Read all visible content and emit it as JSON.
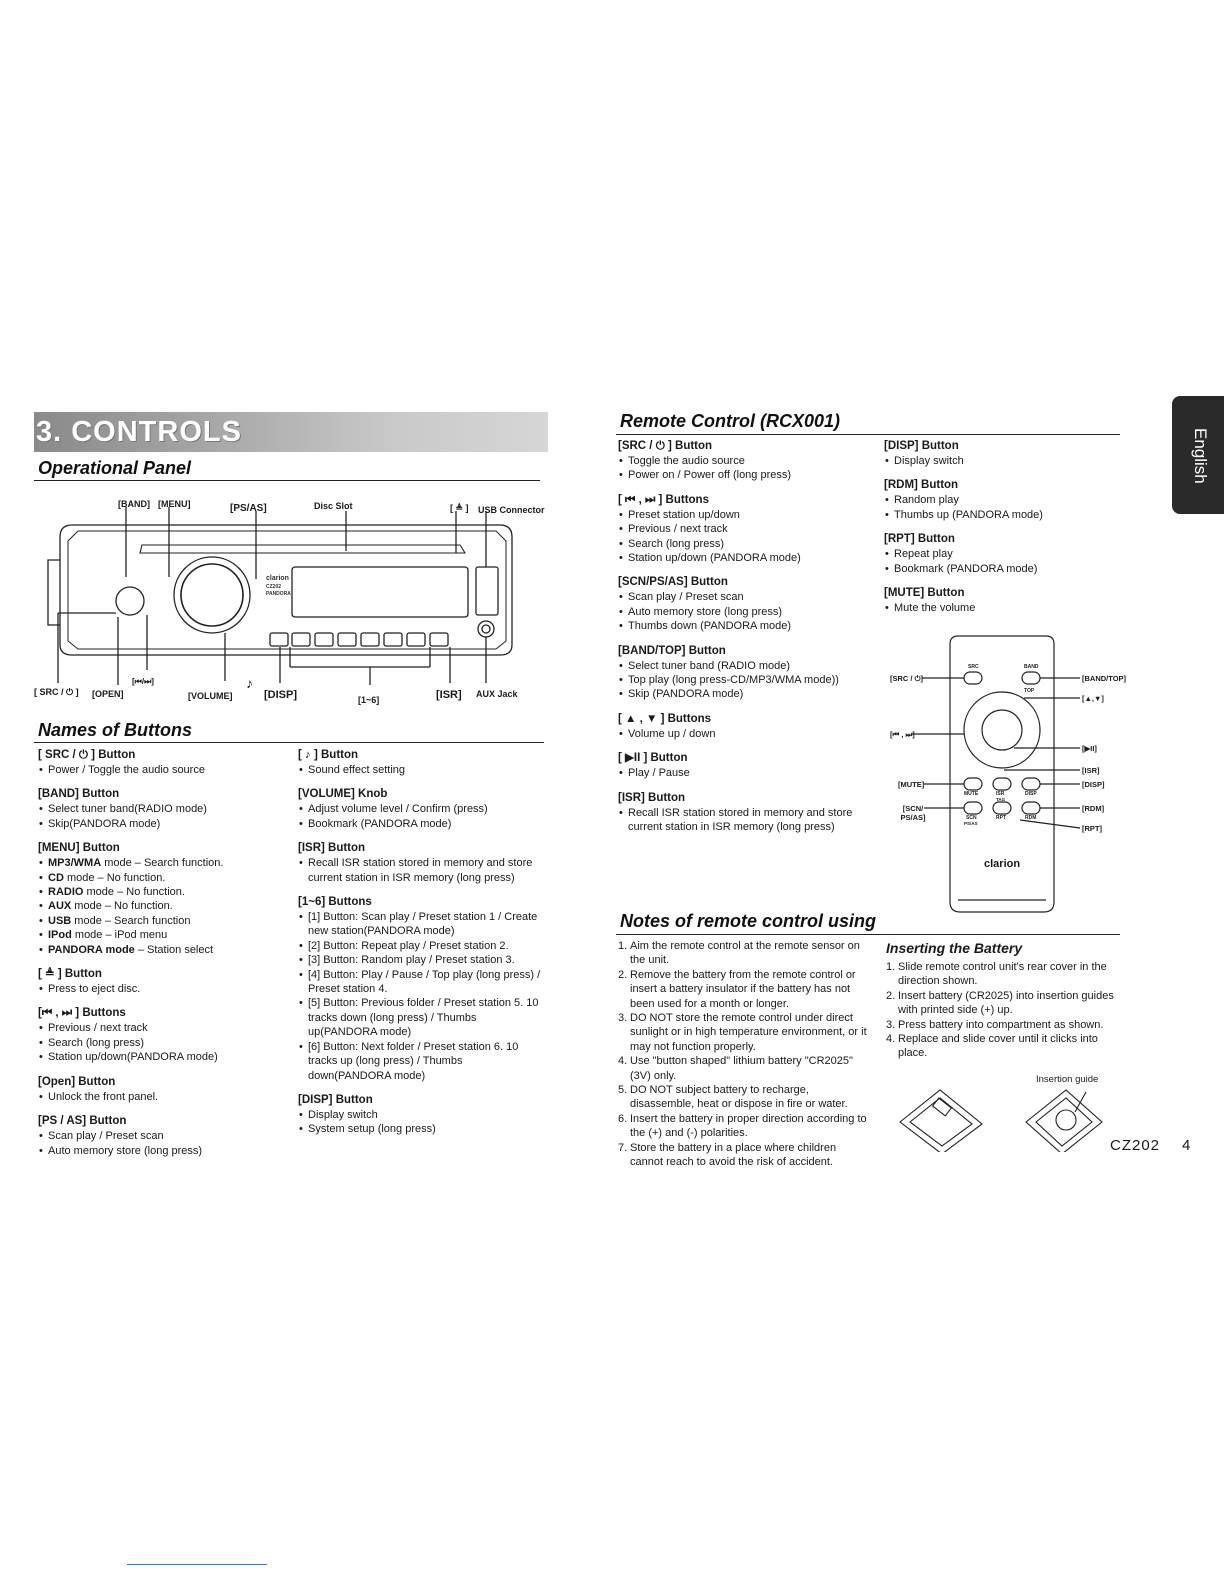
{
  "side_tab": "English",
  "left": {
    "banner": "3. CONTROLS",
    "op_panel_title": "Operational Panel",
    "panel_labels": {
      "band": "[BAND]",
      "menu": "[MENU]",
      "psas": "[PS/AS]",
      "disc_slot": "Disc Slot",
      "eject": "[ ≜ ]",
      "usb": "USB Connector",
      "src": "[ SRC / ⏻ ]",
      "open": "[OPEN]",
      "skip": "[⏮/⏭]",
      "volume": "[VOLUME]",
      "note": "♪",
      "disp": "[DISP]",
      "one_six": "[1~6]",
      "isr": "[ISR]",
      "aux": "AUX Jack",
      "device_brand": "clarion",
      "device_model": "CZ202",
      "device_sub": "PANDORA"
    },
    "names_title": "Names of Buttons",
    "col1": [
      {
        "title": "[ SRC / ⏻ ] Button",
        "items": [
          "Power / Toggle the audio source"
        ]
      },
      {
        "title": "[BAND] Button",
        "items": [
          "Select tuner band(RADIO mode)",
          "Skip(PANDORA mode)"
        ]
      },
      {
        "title": "[MENU] Button",
        "items": [
          {
            "b": "MP3/WMA",
            "t": " mode – Search function."
          },
          {
            "b": "CD",
            "t": " mode – No function."
          },
          {
            "b": "RADIO",
            "t": " mode – No function."
          },
          {
            "b": "AUX",
            "t": " mode – No function."
          },
          {
            "b": "USB",
            "t": " mode – Search function"
          },
          {
            "b": "IPod",
            "t": " mode – iPod menu"
          },
          {
            "b": "PANDORA mode",
            "t": " – Station select"
          }
        ]
      },
      {
        "title": "[ ≜ ] Button",
        "items": [
          "Press to eject disc."
        ]
      },
      {
        "title": "[⏮ , ⏭ ] Buttons",
        "items": [
          "Previous / next track",
          "Search (long press)",
          "Station up/down(PANDORA mode)"
        ]
      },
      {
        "title": "[Open] Button",
        "items": [
          "Unlock the front panel."
        ]
      },
      {
        "title": "[PS / AS] Button",
        "items": [
          "Scan play / Preset scan",
          "Auto memory store (long press)"
        ]
      }
    ],
    "col2": [
      {
        "title": "[ ♪ ] Button",
        "items": [
          "Sound effect setting"
        ]
      },
      {
        "title": "[VOLUME] Knob",
        "items": [
          "Adjust volume level / Confirm (press)",
          "Bookmark (PANDORA mode)"
        ]
      },
      {
        "title": "[ISR] Button",
        "items": [
          "Recall ISR station stored in memory and store current station in ISR memory (long press)"
        ]
      },
      {
        "title": "[1~6] Buttons",
        "items": [
          "[1] Button: Scan play / Preset station 1 / Create new station(PANDORA mode)",
          "[2] Button: Repeat play / Preset station 2.",
          "[3] Button: Random play / Preset station 3.",
          "[4] Button: Play / Pause / Top play (long press)  / Preset station 4.",
          "[5] Button: Previous folder / Preset station 5. 10 tracks down (long press) / Thumbs up(PANDORA mode)",
          "[6] Button: Next folder / Preset station 6. 10 tracks up (long press) / Thumbs down(PANDORA mode)"
        ]
      },
      {
        "title": "[DISP] Button",
        "items": [
          "Display switch",
          "System setup (long press)"
        ]
      }
    ]
  },
  "right": {
    "remote_title": "Remote Control (RCX001)",
    "col1": [
      {
        "title": "[SRC / ⏻ ] Button",
        "items": [
          "Toggle the audio source",
          "Power on / Power off (long press)"
        ]
      },
      {
        "title": "[ ⏮ , ⏭ ] Buttons",
        "items": [
          "Preset station up/down",
          "Previous / next track",
          "Search (long press)",
          "Station up/down (PANDORA mode)"
        ]
      },
      {
        "title": "[SCN/PS/AS] Button",
        "items": [
          "Scan play / Preset scan",
          "Auto memory store (long press)",
          "Thumbs down (PANDORA mode)"
        ]
      },
      {
        "title": "[BAND/TOP] Button",
        "items": [
          "Select tuner band (RADIO mode)",
          "Top play (long press-CD/MP3/WMA mode))",
          "Skip (PANDORA mode)"
        ]
      },
      {
        "title": "[ ▲ , ▼ ] Buttons",
        "items": [
          "Volume up / down"
        ]
      },
      {
        "title": "[ ▶II ] Button",
        "items": [
          "Play / Pause"
        ]
      },
      {
        "title": "[ISR] Button",
        "items": [
          "Recall ISR station stored in memory and store current station in ISR memory (long press)"
        ]
      }
    ],
    "col2": [
      {
        "title": "[DISP] Button",
        "items": [
          "Display switch"
        ]
      },
      {
        "title": "[RDM] Button",
        "items": [
          "Random play",
          "Thumbs up (PANDORA mode)"
        ]
      },
      {
        "title": "[RPT] Button",
        "items": [
          "Repeat play",
          "Bookmark (PANDORA mode)"
        ]
      },
      {
        "title": "[MUTE] Button",
        "items": [
          "Mute the volume"
        ]
      }
    ],
    "remote_labels": {
      "src": "[SRC / ⏻]",
      "band_top": "[BAND/TOP]",
      "updown": "[▲,▼]",
      "skip_l": "[⏮ , ⏭]",
      "play": "[▶II]",
      "mute": "[MUTE]",
      "isr": "[ISR]",
      "disp": "[DISP]",
      "scn": "[SCN/ PS/AS]",
      "rdm": "[RDM]",
      "rpt": "[RPT]",
      "brand": "clarion",
      "k_src": "SRC",
      "k_band": "BAND",
      "k_top": "TOP",
      "k_mute": "MUTE",
      "k_isr": "ISR",
      "k_tag": "TAG",
      "k_disp": "DISP",
      "k_scn": "SCN",
      "k_psas": "PS/AS",
      "k_rpt": "RPT",
      "k_rdm": "RDM"
    },
    "notes_title": "Notes of remote control using",
    "notes": [
      "Aim the remote control at the remote sensor on the unit.",
      "Remove the battery from the remote control or insert a battery insulator if the battery has not been used for a month or longer.",
      "DO NOT store the remote control under direct sunlight or in high temperature environment, or it may not function properly.",
      "Use \"button shaped\" lithium battery \"CR2025\" (3V) only.",
      "DO NOT subject battery to recharge, disassemble, heat or dispose in fire or water.",
      "Insert the battery in proper direction according to the (+) and (-) polarities.",
      "Store the battery in a place where children cannot reach to avoid the risk of accident."
    ],
    "battery_title": "Inserting the Battery",
    "battery_steps": [
      "Slide remote control unit's rear cover in the direction shown.",
      "Insert battery (CR2025) into insertion guides with printed side (+) up.",
      "Press battery into compartment as shown.",
      "Replace and slide cover until it clicks into place."
    ],
    "insertion_guide": "Insertion guide",
    "model": "CZ202",
    "page_number": "4"
  }
}
